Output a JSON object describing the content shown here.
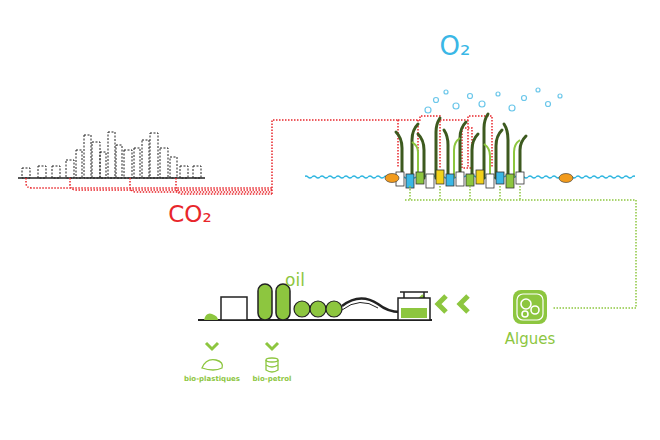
{
  "diagram": {
    "nodes": [
      {
        "text": [
          "Algues"
        ]
      }
    ],
    "labels": [
      "CO₂",
      "O₂",
      "oil",
      "bio-plastiques",
      "bio-petrol"
    ]
  }
}
